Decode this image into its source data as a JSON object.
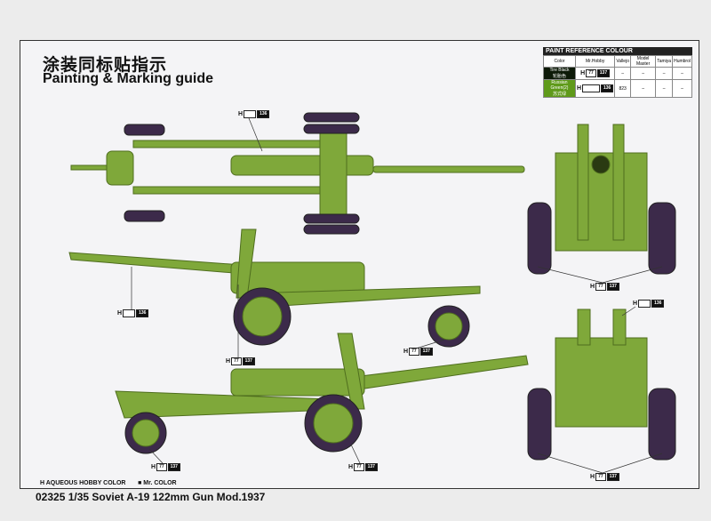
{
  "title_cn": "涂装同标贴指示",
  "title_en": "Painting & Marking guide",
  "paint_table": {
    "heading": "PAINT REFERENCE COLOUR",
    "columns": [
      "Color",
      "Mr.Hobby",
      "Vallejo",
      "Model Master",
      "Tamiya",
      "Humbrol"
    ],
    "rows": [
      {
        "color": "Tire Black",
        "color_cn": "轮胎色",
        "swatch": "#0d1a08",
        "mr_hobby_prefix": "H",
        "mr_hobby": [
          "77",
          "137"
        ],
        "vallejo": "–",
        "model_master": "–",
        "tamiya": "–",
        "humbrol": "–"
      },
      {
        "color": "Russian Green(2)",
        "color_cn": "苏式绿",
        "swatch": "#5f9a1a",
        "mr_hobby_prefix": "H",
        "mr_hobby": [
          "136"
        ],
        "vallejo": "823",
        "model_master": "–",
        "tamiya": "–",
        "humbrol": "–"
      }
    ]
  },
  "callouts": {
    "prefix": "H",
    "green": "136",
    "black_a": "77",
    "black_b": "137"
  },
  "legend": {
    "aqueous": "AQUEOUS HOBBY COLOR",
    "mr": "Mr. COLOR",
    "aqueous_icon": "H",
    "mr_icon": "■"
  },
  "footer": "02325 1/35  Soviet A-19 122mm Gun Mod.1937",
  "colors": {
    "green": "#7fa83a",
    "tire": "#3c2a4a"
  }
}
